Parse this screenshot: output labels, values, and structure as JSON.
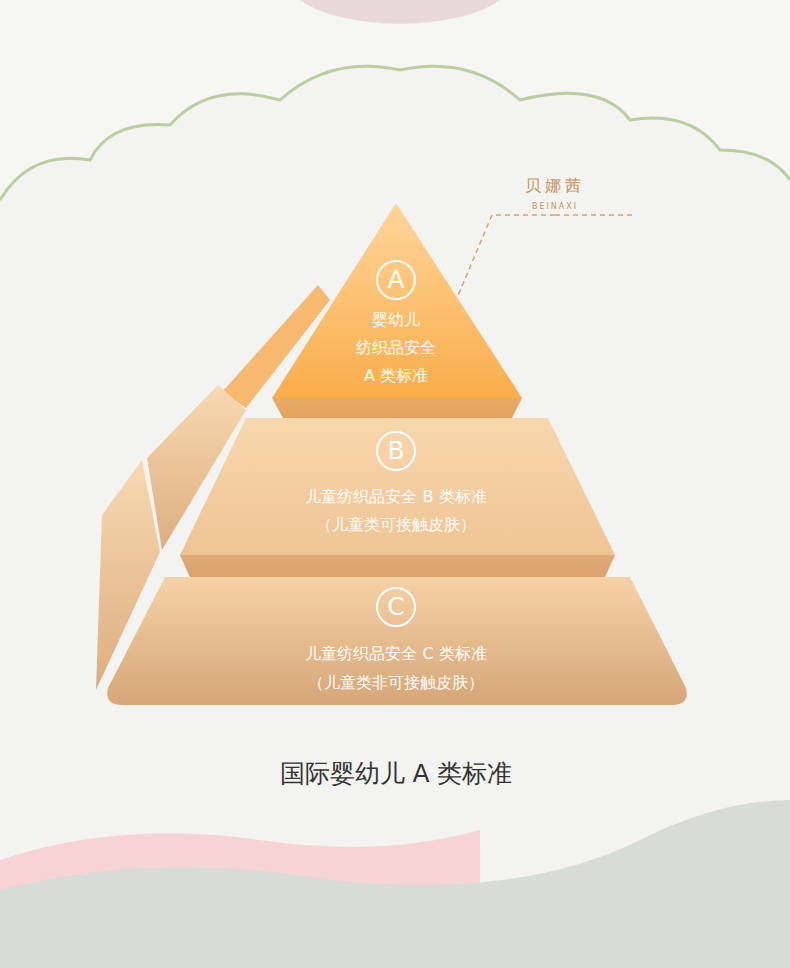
{
  "diagram": {
    "caption": "国际婴幼儿 A 类标准",
    "nodes": [
      {
        "text": [
          "A",
          "婴幼儿 纺织品安全 A 类标准"
        ]
      },
      {
        "text": [
          "B",
          "儿童纺织品安全 B 类标准",
          "（儿童类可接触皮肤）"
        ]
      },
      {
        "text": [
          "C",
          "儿童纺织品安全 C 类标准",
          "（儿童类非可接触皮肤）"
        ]
      }
    ],
    "labels": [
      "贝娜茜",
      "BEINAXI"
    ]
  }
}
